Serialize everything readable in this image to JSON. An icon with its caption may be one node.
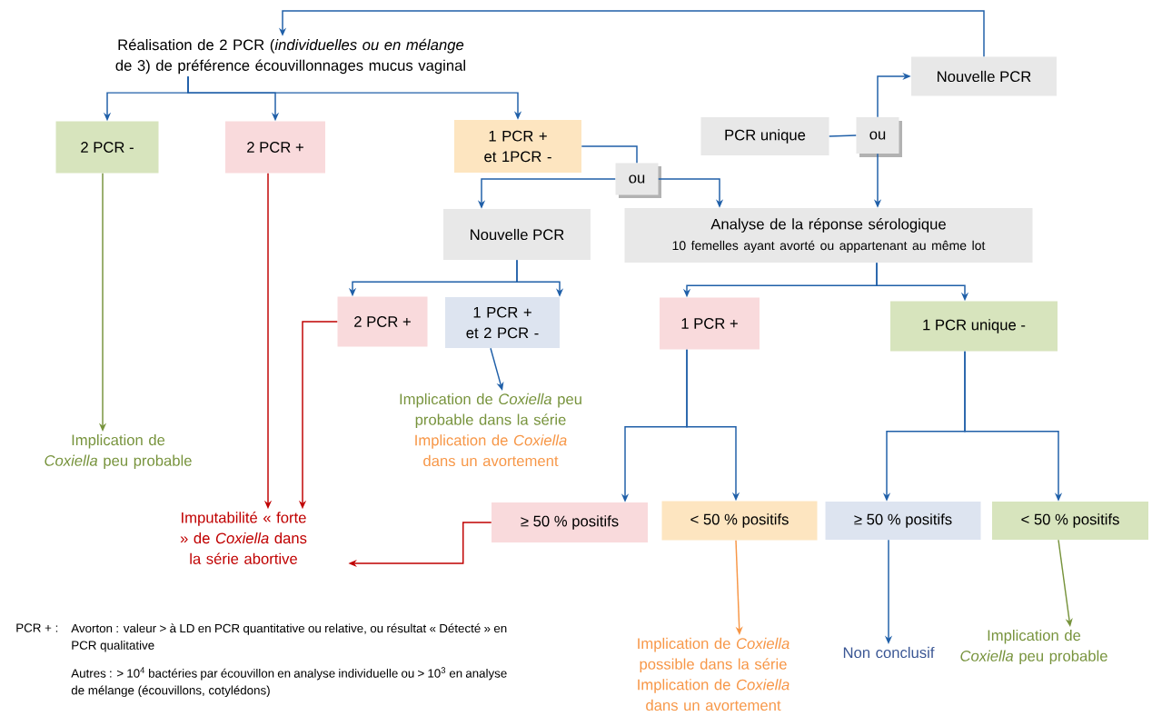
{
  "diagram": {
    "nodes": [
      {
        "text": [
          "Réalisation de 2 PCR (*individuelles ou en mélange* de 3) de préférence écouvillonnages mucus vaginal"
        ]
      },
      {
        "text": [
          "2 PCR -"
        ]
      },
      {
        "text": [
          "2 PCR +"
        ]
      },
      {
        "text": [
          "1 PCR + et 1PCR -"
        ]
      },
      {
        "text": [
          "ou"
        ]
      },
      {
        "text": [
          "Nouvelle PCR"
        ]
      },
      {
        "text": [
          "Nouvelle PCR"
        ]
      },
      {
        "text": [
          "PCR unique"
        ]
      },
      {
        "text": [
          "ou"
        ]
      },
      {
        "text": [
          "Analyse de la réponse sérologique",
          "10 femelles ayant avorté ou appartenant au même lot"
        ]
      },
      {
        "text": [
          "2 PCR +"
        ]
      },
      {
        "text": [
          "1 PCR + et 2 PCR -"
        ]
      },
      {
        "text": [
          "1 PCR +"
        ]
      },
      {
        "text": [
          "1 PCR unique -"
        ]
      },
      {
        "text": [
          "Implication de *Coxiella* peu probable"
        ]
      },
      {
        "text": [
          "Imputabilité « forte » de *Coxiella* dans la série abortive"
        ]
      },
      {
        "text": [
          "Implication de *Coxiella* peu probable dans la série",
          "Implication de *Coxiella* dans un avortement"
        ]
      },
      {
        "text": [
          "≥ 50 % positifs"
        ]
      },
      {
        "text": [
          "< 50 % positifs"
        ]
      },
      {
        "text": [
          "≥ 50 % positifs"
        ]
      },
      {
        "text": [
          "< 50 % positifs"
        ]
      },
      {
        "text": [
          "Implication de *Coxiella* possible dans la série",
          "Implication de *Coxiella* dans un avortement"
        ]
      },
      {
        "text": [
          "Non conclusif"
        ]
      },
      {
        "text": [
          "Implication de *Coxiella* peu probable"
        ]
      }
    ],
    "edges": [
      {
        "from": 0,
        "to": 1,
        "arrow": "to"
      },
      {
        "from": 0,
        "to": 2,
        "arrow": "to"
      },
      {
        "from": 0,
        "to": 3,
        "arrow": "to"
      },
      {
        "from": 3,
        "to": 4,
        "arrow": "none"
      },
      {
        "from": 4,
        "to": 5,
        "arrow": "to"
      },
      {
        "from": 4,
        "to": 9,
        "arrow": "to"
      },
      {
        "from": 7,
        "to": 8,
        "arrow": "none"
      },
      {
        "from": 8,
        "to": 6,
        "arrow": "to"
      },
      {
        "from": 8,
        "to": 9,
        "arrow": "to"
      },
      {
        "from": 6,
        "to": 0,
        "arrow": "to"
      },
      {
        "from": 5,
        "to": 10,
        "arrow": "to"
      },
      {
        "from": 5,
        "to": 11,
        "arrow": "to"
      },
      {
        "from": 10,
        "to": 15,
        "arrow": "to",
        "color": "#c00000"
      },
      {
        "from": 2,
        "to": 15,
        "arrow": "to",
        "color": "#c00000"
      },
      {
        "from": 1,
        "to": 14,
        "arrow": "to",
        "color": "#77933c"
      },
      {
        "from": 11,
        "to": 16,
        "arrow": "to"
      },
      {
        "from": 9,
        "to": 12,
        "arrow": "to"
      },
      {
        "from": 9,
        "to": 13,
        "arrow": "to"
      },
      {
        "from": 12,
        "to": 17,
        "arrow": "to"
      },
      {
        "from": 12,
        "to": 18,
        "arrow": "to"
      },
      {
        "from": 13,
        "to": 19,
        "arrow": "to"
      },
      {
        "from": 13,
        "to": 20,
        "arrow": "to"
      },
      {
        "from": 17,
        "to": 15,
        "arrow": "to",
        "color": "#c00000"
      },
      {
        "from": 18,
        "to": 21,
        "arrow": "to",
        "color": "#f79646"
      },
      {
        "from": 19,
        "to": 22,
        "arrow": "to"
      },
      {
        "from": 20,
        "to": 23,
        "arrow": "to",
        "color": "#77933c"
      }
    ],
    "labels": [
      "PCR + :",
      "Avorton : valeur > à LD en PCR quantitative ou relative, ou résultat « Détecté » en PCR qualitative",
      "Autres : > 10$^{4}$ bactéries par écouvillon en analyse individuelle ou > 10$^{3}$ en analyse de mélange (écouvillons, cotylédons)"
    ]
  }
}
